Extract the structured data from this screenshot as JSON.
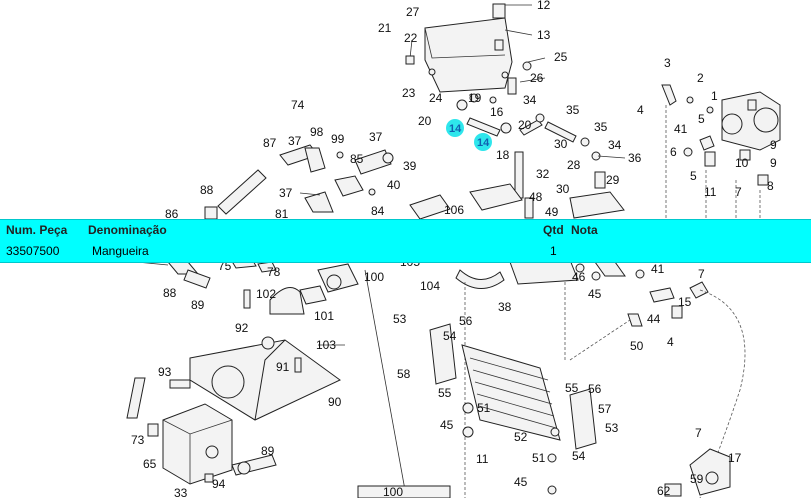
{
  "table": {
    "headers": {
      "part_number": "Num. Peça",
      "description": "Denominação",
      "qty": "Qtd",
      "note": "Nota"
    },
    "row": {
      "part_number": "33507500",
      "description": "Mangueira",
      "qty": "1",
      "note": ""
    }
  },
  "highlighted_callouts": [
    "14",
    "14"
  ],
  "callouts": [
    "12",
    "27",
    "13",
    "21",
    "22",
    "25",
    "26",
    "23",
    "24",
    "19",
    "16",
    "34",
    "35",
    "20",
    "20",
    "35",
    "34",
    "36",
    "18",
    "30",
    "28",
    "32",
    "29",
    "30",
    "3",
    "2",
    "1",
    "4",
    "41",
    "5",
    "6",
    "9",
    "10",
    "9",
    "5",
    "11",
    "7",
    "8",
    "74",
    "98",
    "99",
    "37",
    "37",
    "85",
    "39",
    "40",
    "87",
    "37",
    "84",
    "106",
    "48",
    "49",
    "88",
    "86",
    "81",
    "75",
    "78",
    "105",
    "104",
    "38",
    "46",
    "41",
    "45",
    "88",
    "89",
    "102",
    "101",
    "103",
    "100",
    "7",
    "15",
    "44",
    "50",
    "4",
    "92",
    "93",
    "91",
    "90",
    "53",
    "56",
    "54",
    "58",
    "55",
    "51",
    "45",
    "52",
    "55",
    "56",
    "57",
    "53",
    "54",
    "11",
    "51",
    "45",
    "73",
    "65",
    "89",
    "94",
    "33",
    "7",
    "17",
    "59",
    "62",
    "100"
  ]
}
